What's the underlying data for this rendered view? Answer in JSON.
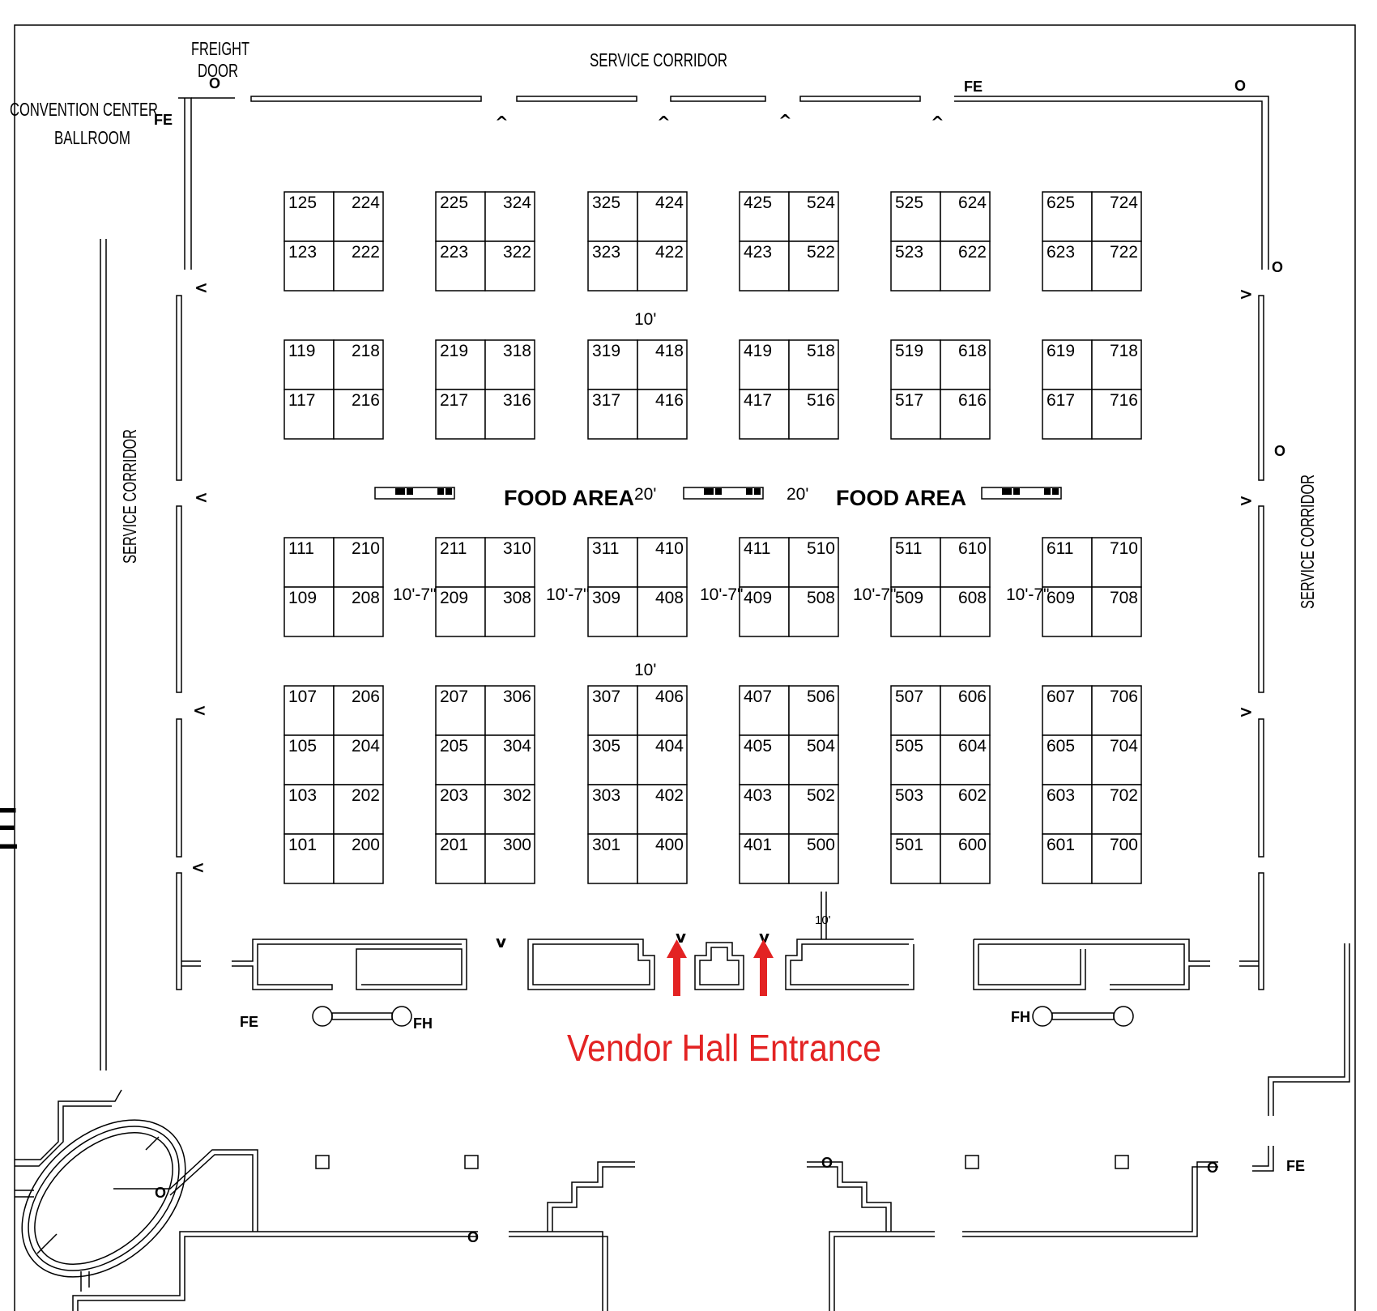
{
  "labels": {
    "freight_door_line1": "FREIGHT",
    "freight_door_line2": "DOOR",
    "service_corridor_top": "SERVICE CORRIDOR",
    "service_corridor_left": "SERVICE CORRIDOR",
    "service_corridor_right": "SERVICE CORRIDOR",
    "ballroom_line1": "CONVENTION CENTER",
    "ballroom_line2": "BALLROOM",
    "food_area_left": "FOOD AREA",
    "food_area_right": "FOOD AREA",
    "vendor_hall_entrance": "Vendor Hall Entrance"
  },
  "dimensions": {
    "aisle_10": "10'",
    "aisle_20": "20'",
    "aisle_10_7": "10'-7\"",
    "aisle_10_small": "10'"
  },
  "markers": {
    "fire_extinguisher": "FE",
    "fire_hose": "FH",
    "column": "O",
    "arrow_up": "^",
    "arrow_left": "<",
    "arrow_right": ">",
    "arrow_down": "v",
    "edge_glyph": "E"
  },
  "colors": {
    "entrance_text": "#e32323",
    "entrance_arrow": "#e32323",
    "lines": "#000000"
  },
  "booth_blocks": {
    "row1": [
      [
        "125",
        "224",
        "123",
        "222"
      ],
      [
        "225",
        "324",
        "223",
        "322"
      ],
      [
        "325",
        "424",
        "323",
        "422"
      ],
      [
        "425",
        "524",
        "423",
        "522"
      ],
      [
        "525",
        "624",
        "523",
        "622"
      ],
      [
        "625",
        "724",
        "623",
        "722"
      ]
    ],
    "row2": [
      [
        "119",
        "218",
        "117",
        "216"
      ],
      [
        "219",
        "318",
        "217",
        "316"
      ],
      [
        "319",
        "418",
        "317",
        "416"
      ],
      [
        "419",
        "518",
        "417",
        "516"
      ],
      [
        "519",
        "618",
        "517",
        "616"
      ],
      [
        "619",
        "718",
        "617",
        "716"
      ]
    ],
    "row3": [
      [
        "111",
        "210",
        "109",
        "208"
      ],
      [
        "211",
        "310",
        "209",
        "308"
      ],
      [
        "311",
        "410",
        "309",
        "408"
      ],
      [
        "411",
        "510",
        "409",
        "508"
      ],
      [
        "511",
        "610",
        "509",
        "608"
      ],
      [
        "611",
        "710",
        "609",
        "708"
      ]
    ],
    "row4": [
      [
        "107",
        "206",
        "105",
        "204",
        "103",
        "202",
        "101",
        "200"
      ],
      [
        "207",
        "306",
        "205",
        "304",
        "203",
        "302",
        "201",
        "300"
      ],
      [
        "307",
        "406",
        "305",
        "404",
        "303",
        "402",
        "301",
        "400"
      ],
      [
        "407",
        "506",
        "405",
        "504",
        "403",
        "502",
        "401",
        "500"
      ],
      [
        "507",
        "606",
        "505",
        "604",
        "503",
        "602",
        "501",
        "600"
      ],
      [
        "607",
        "706",
        "605",
        "704",
        "603",
        "702",
        "601",
        "700"
      ]
    ]
  }
}
